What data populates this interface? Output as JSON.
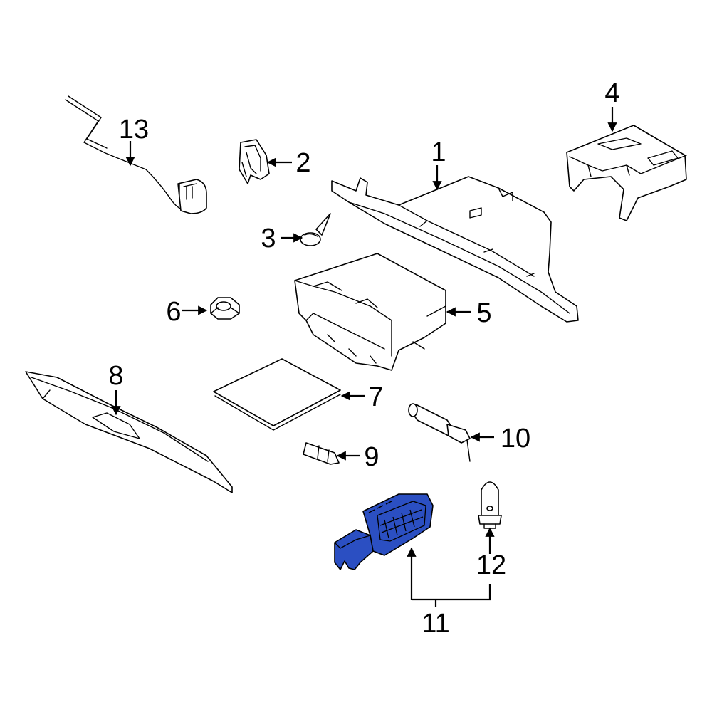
{
  "diagram": {
    "highlight_color": "#2b4fc2",
    "line_color": "#000000",
    "background": "#ffffff",
    "callouts": {
      "c1": "1",
      "c2": "2",
      "c3": "3",
      "c4": "4",
      "c5": "5",
      "c6": "6",
      "c7": "7",
      "c8": "8",
      "c9": "9",
      "c10": "10",
      "c11": "11",
      "c12": "12",
      "c13": "13"
    }
  }
}
